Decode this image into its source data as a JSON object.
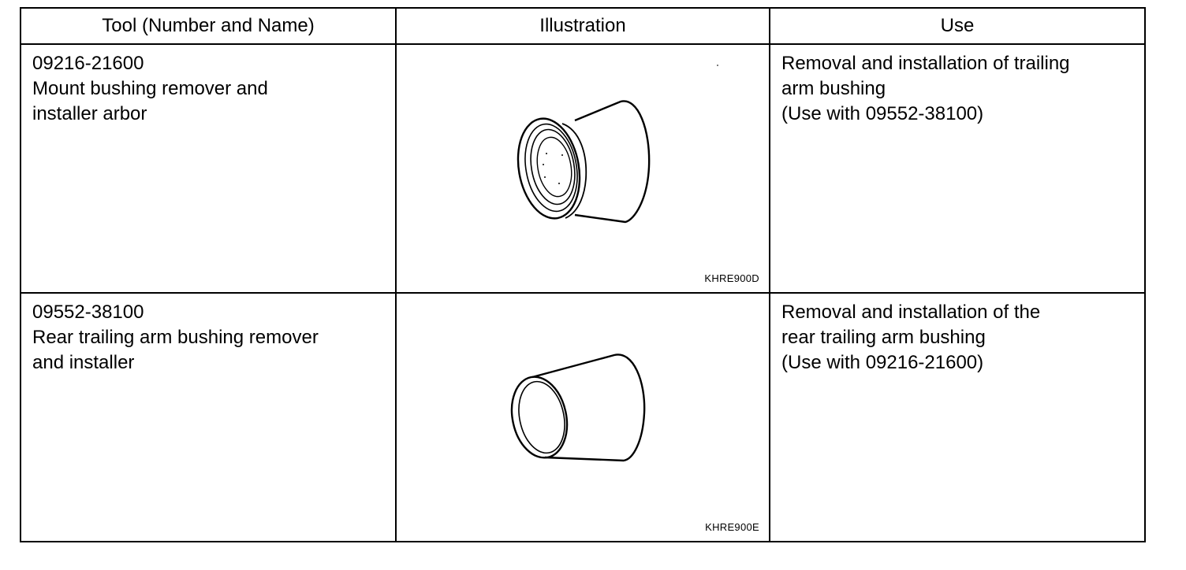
{
  "table": {
    "headers": {
      "tool": "Tool (Number and Name)",
      "illustration": "Illustration",
      "use": "Use"
    },
    "rows": [
      {
        "tool_lines": [
          "09216-21600",
          "Mount bushing remover and",
          "installer arbor"
        ],
        "figure_code": "KHRE900D",
        "illustration_icon": "flanged-bushing-arbor-icon",
        "use_lines": [
          "Removal and installation of trailing",
          "arm bushing",
          "(Use with 09552-38100)"
        ]
      },
      {
        "tool_lines": [
          "09552-38100",
          "Rear trailing arm bushing remover",
          "and installer"
        ],
        "figure_code": "KHRE900E",
        "illustration_icon": "sleeve-bushing-installer-icon",
        "use_lines": [
          "Removal and installation of the",
          "rear trailing arm bushing",
          "(Use with 09216-21600)"
        ]
      }
    ]
  }
}
